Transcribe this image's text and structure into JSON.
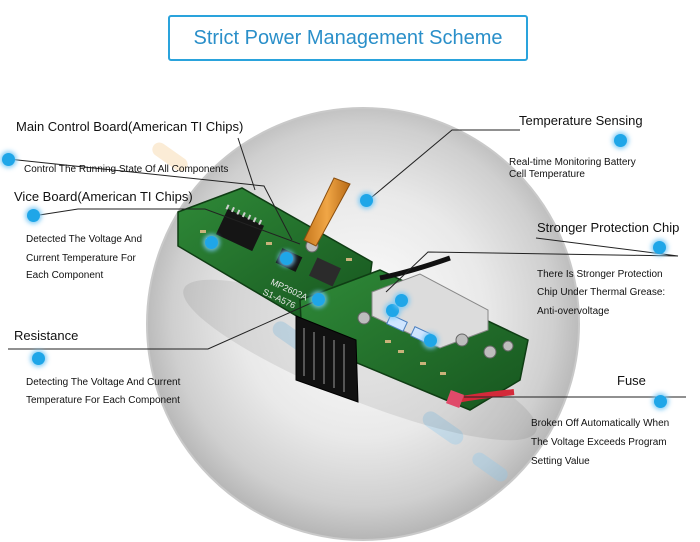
{
  "title": "Strict Power Management Scheme",
  "callouts": {
    "main_control": {
      "heading": "Main Control Board(American TI Chips)",
      "desc": "Control The Running State Of All Components"
    },
    "vice_board": {
      "heading": "Vice Board(American TI Chips)",
      "desc": [
        "Detected The Voltage And",
        "Current Temperature For",
        "Each Component"
      ]
    },
    "resistance": {
      "heading": "Resistance",
      "desc": [
        "Detecting The Voltage And Current",
        "Temperature For Each Component"
      ]
    },
    "temperature": {
      "heading": "Temperature Sensing",
      "desc": [
        "Real-time Monitoring Battery",
        "Cell Temperature"
      ]
    },
    "protection": {
      "heading": "Stronger Protection Chip",
      "desc": [
        "There Is Stronger Protection",
        "Chip Under Thermal Grease:",
        "Anti-overvoltage"
      ]
    },
    "fuse": {
      "heading": "Fuse",
      "desc": [
        "Broken Off Automatically When",
        "The Voltage Exceeds Program",
        "Setting Value"
      ]
    }
  },
  "board_markings": {
    "code1": "MP2602A",
    "code2": "S1-A576"
  },
  "colors": {
    "accent": "#2aa3dc",
    "dot": "#1fa6e8",
    "pcb": "#1f6b2a"
  }
}
